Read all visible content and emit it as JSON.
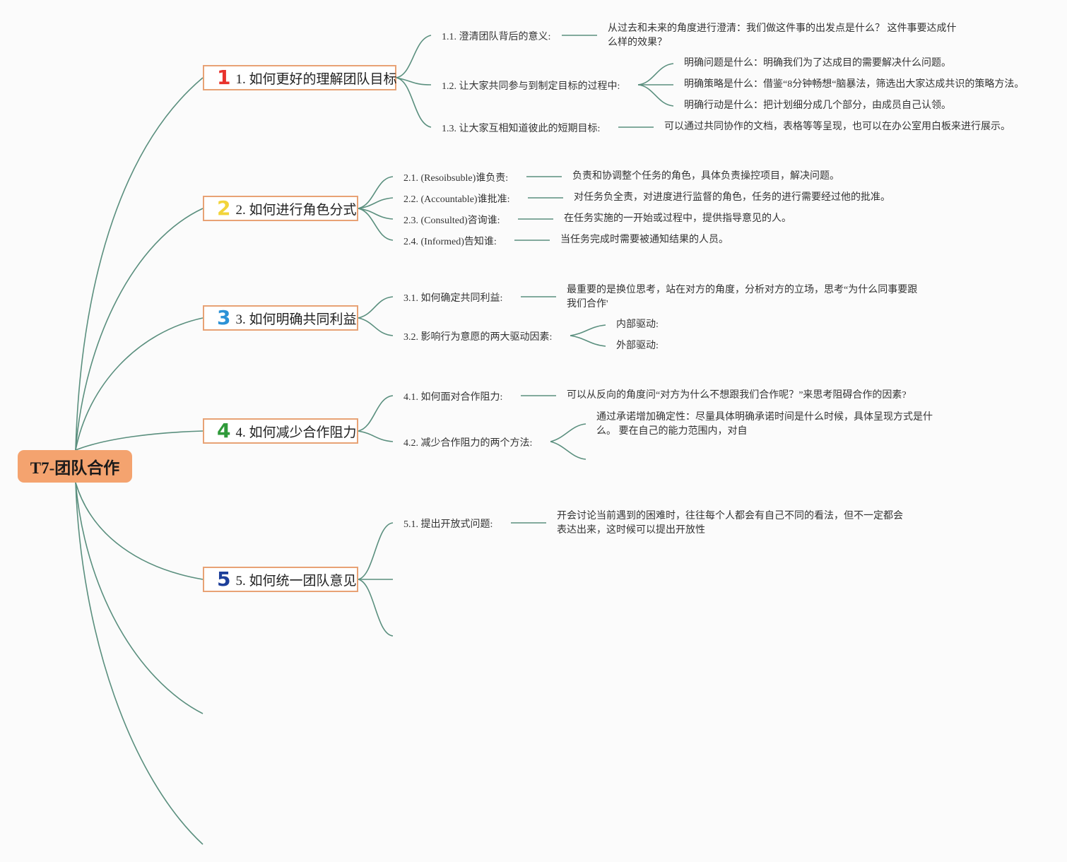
{
  "root": {
    "label": "T7-团队合作"
  },
  "badges": {
    "b1": {
      "text": "1",
      "color": "#e8332d"
    },
    "b2": {
      "text": "2",
      "color": "#f2d43a"
    },
    "b3": {
      "text": "3",
      "color": "#2c92d6"
    },
    "b4": {
      "text": "4",
      "color": "#2f9a3a"
    },
    "b5": {
      "text": "5",
      "color": "#1d3f9a"
    }
  },
  "topics": {
    "t1": {
      "label": "1. 如何更好的理解团队目标",
      "s1": {
        "label": "1.1. 澄清团队背后的意义:",
        "leaf": "从过去和未来的角度进行澄清：我们做这件事的出发点是什么？ 这件事要达成什么样的效果？"
      },
      "s2": {
        "label": "1.2. 让大家共同参与到制定目标的过程中:",
        "l1": "明确问题是什么：明确我们为了达成目的需要解决什么问题。",
        "l2": "明确策略是什么：借鉴“8分钟畅想“脑暴法，筛选出大家达成共识的策略方法。",
        "l3": "明确行动是什么：把计划细分成几个部分，由成员自己认领。"
      },
      "s3": {
        "label": "1.3. 让大家互相知道彼此的短期目标:",
        "leaf": "可以通过共同协作的文档，表格等等呈现，也可以在办公室用白板来进行展示。"
      }
    },
    "t2": {
      "label": "2. 如何进行角色分式",
      "s1": {
        "label": "2.1. (Resoibsuble)谁负责:",
        "leaf": "负责和协调整个任务的角色，具体负责操控项目，解决问题。"
      },
      "s2": {
        "label": "2.2. (Accountable)谁批准:",
        "leaf": "对任务负全责，对进度进行监督的角色，任务的进行需要经过他的批准。"
      },
      "s3": {
        "label": "2.3. (Consulted)咨询谁:",
        "leaf": "在任务实施的一开始或过程中，提供指导意见的人。"
      },
      "s4": {
        "label": "2.4. (Informed)告知谁:",
        "leaf": "当任务完成时需要被通知结果的人员。"
      }
    },
    "t3": {
      "label": "3. 如何明确共同利益",
      "s1": {
        "label": "3.1. 如何确定共同利益:",
        "leaf": "最重要的是换位思考，站在对方的角度，分析对方的立场，思考“为什么同事要跟我们合作'"
      },
      "s2": {
        "label": "3.2. 影响行为意愿的两大驱动因素:",
        "l1": "内部驱动:",
        "l2": "外部驱动:"
      }
    },
    "t4": {
      "label": "4. 如何减少合作阻力",
      "s1": {
        "label": "4.1. 如何面对合作阻力:",
        "leaf": "可以从反向的角度问“对方为什么不想跟我们合作呢？”来思考阻碍合作的因素?"
      },
      "s2": {
        "label": "4.2. 减少合作阻力的两个方法:",
        "leaf": "通过承诺增加确定性：尽量具体明确承诺时间是什么时候，具体呈现方式是什么。 要在自己的能力范围内，对自"
      }
    },
    "t5": {
      "label": "5. 如何统一团队意见",
      "s1": {
        "label": "5.1. 提出开放式问题:",
        "leaf": "开会讨论当前遇到的困难时，往往每个人都会有自己不同的看法，但不一定都会表达出来，这时候可以提出开放性"
      }
    }
  }
}
